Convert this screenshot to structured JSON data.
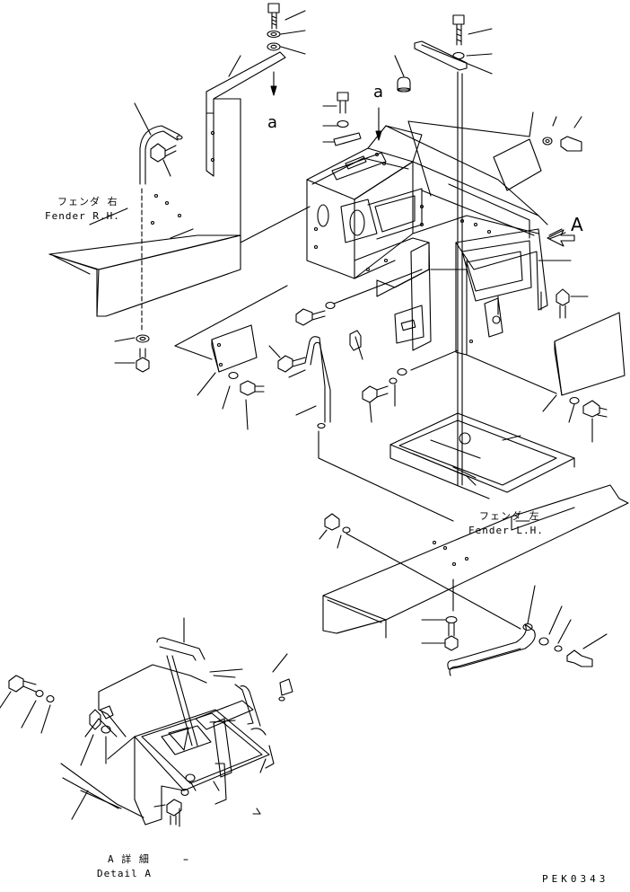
{
  "labels": {
    "fender_rh_jp": "フェンダ 右",
    "fender_rh_en": "Fender R.H.",
    "fender_lh_jp": "フェンダ 左",
    "fender_lh_en": "Fender L.H.",
    "view_a": "A",
    "ref_a_1": "a",
    "ref_a_2": "a",
    "detail_jp": "A 詳 細",
    "detail_en": "Detail A",
    "drawing_code": "PEK0343"
  }
}
